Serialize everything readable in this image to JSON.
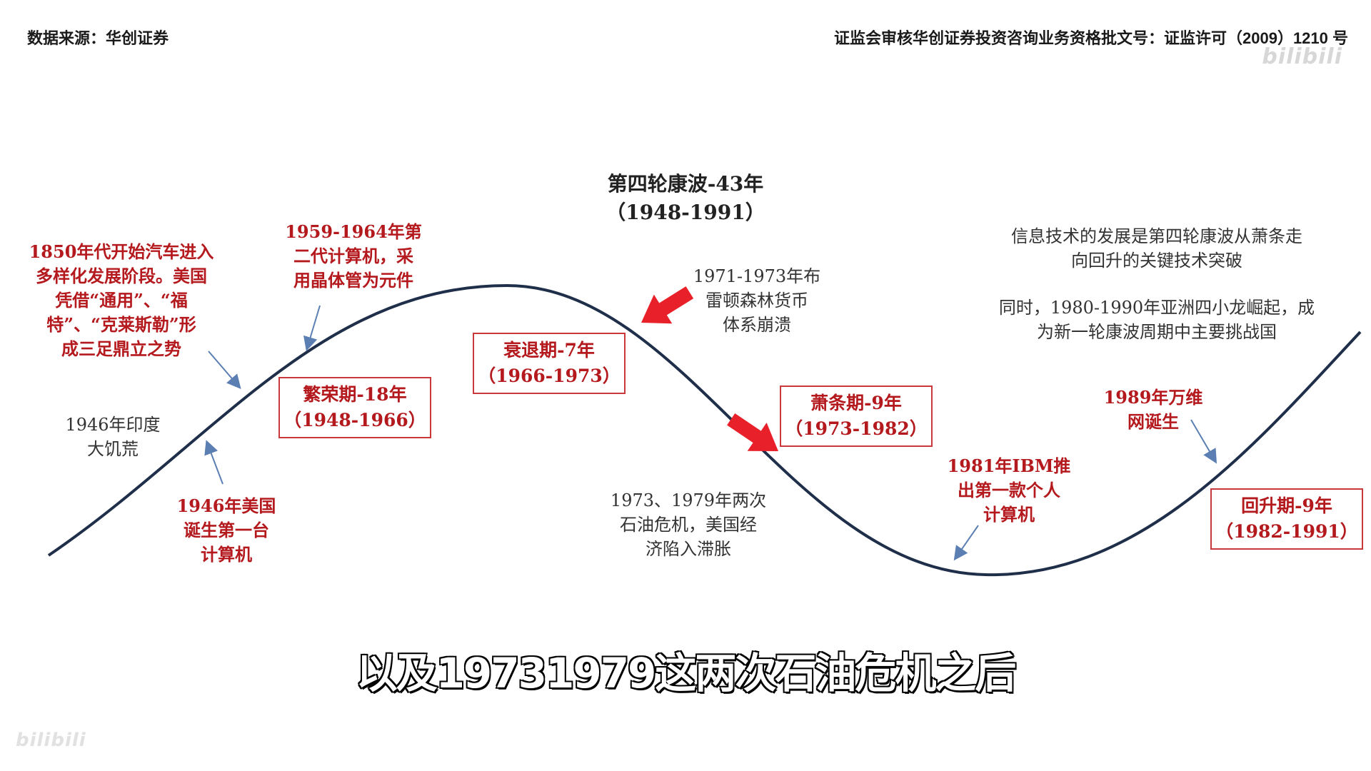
{
  "header": {
    "source": "数据来源：华创证券",
    "license": "证监会审核华创证券投资咨询业务资格批文号：证监许可（2009）1210 号"
  },
  "watermarks": {
    "top_right": "bilibili",
    "bottom_left": "bilibili"
  },
  "diagram": {
    "title": "第四轮康波-43年",
    "title_range": "（1948-1991）",
    "phases": [
      {
        "name": "繁荣期-18年",
        "range": "（1948-1966）"
      },
      {
        "name": "衰退期-7年",
        "range": "（1966-1973）"
      },
      {
        "name": "萧条期-9年",
        "range": "（1973-1982）"
      },
      {
        "name": "回升期-9年",
        "range": "（1982-1991）"
      }
    ],
    "events": {
      "car_1850": [
        "1850年代开始汽车进入",
        "多样化发展阶段。美国",
        "凭借“通用”、“福",
        "特”、“克莱斯勒”形",
        "成三足鼎立之势"
      ],
      "computer_gen2": [
        "1959-1964年第",
        "二代计算机，采",
        "用晶体管为元件"
      ],
      "india_famine": [
        "1946年印度",
        "大饥荒"
      ],
      "first_computer": [
        "1946年美国",
        "诞生第一台",
        "计算机"
      ],
      "bretton_woods": [
        "1971-1973年布",
        "雷顿森林货币",
        "体系崩溃"
      ],
      "oil_crisis": [
        "1973、1979年两次",
        "石油危机，美国经",
        "济陷入滞胀"
      ],
      "ibm_pc": [
        "1981年IBM推",
        "出第一款个人",
        "计算机"
      ],
      "www": [
        "1989年万维",
        "网诞生"
      ]
    },
    "notes": [
      [
        "信息技术的发展是第四轮康波从萧条走",
        "向回升的关键技术突破"
      ],
      [
        "同时，1980-1990年亚洲四小龙崛起，成",
        "为新一轮康波周期中主要挑战国"
      ]
    ],
    "colors": {
      "accent_red": "#b4191d",
      "box_border": "#c9383a",
      "curve": "#1f2f4a",
      "arrow_blue": "#5b7fb3",
      "arrow_red": "#e8202a"
    }
  },
  "subtitle": "以及19731979这两次石油危机之后"
}
